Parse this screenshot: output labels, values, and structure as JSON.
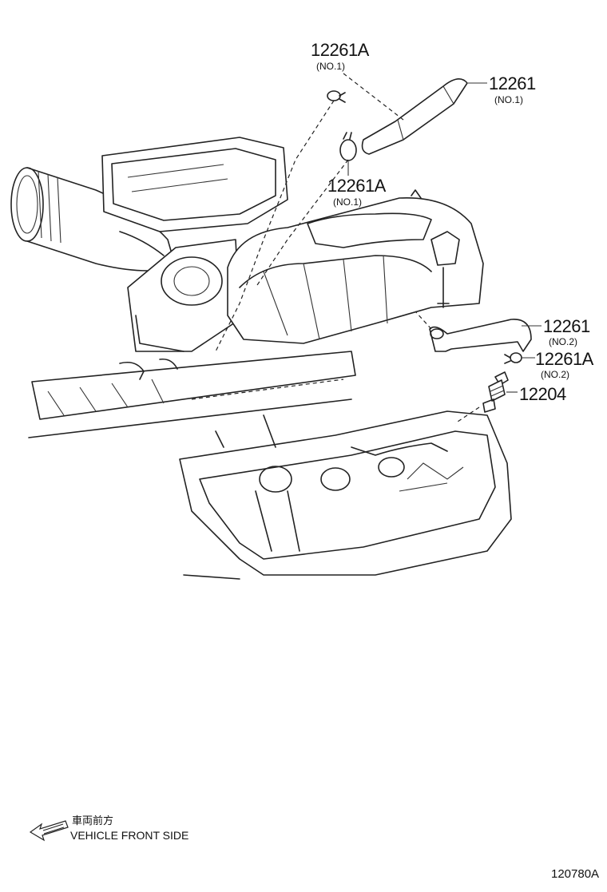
{
  "callouts": {
    "hose_no1_clip_top": {
      "part": "12261A",
      "sub": "(NO.1)"
    },
    "hose_no1": {
      "part": "12261",
      "sub": "(NO.1)"
    },
    "hose_no1_clip_mid": {
      "part": "12261A",
      "sub": "(NO.1)"
    },
    "hose_no2": {
      "part": "12261",
      "sub": "(NO.2)"
    },
    "hose_no2_clip": {
      "part": "12261A",
      "sub": "(NO.2)"
    },
    "spark_plug": {
      "part": "12204"
    }
  },
  "legend": {
    "jp": "車両前方",
    "en": "VEHICLE FRONT SIDE",
    "arrow_icon": "front-arrow-icon"
  },
  "figure_code": "120780A"
}
